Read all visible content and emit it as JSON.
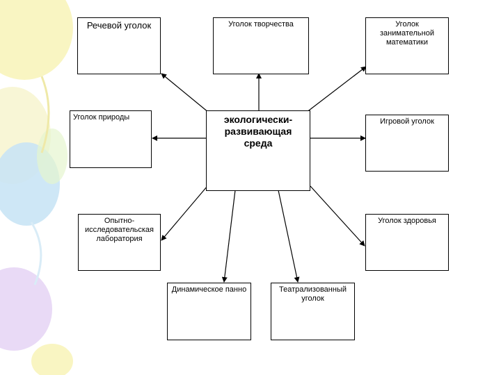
{
  "diagram": {
    "center": "экологически-развивающая среда",
    "nodes": {
      "speech": "Речевой уголок",
      "creativity": "Уголок творчества",
      "math": "Уголок занимательной математики",
      "nature": "Уголок природы",
      "play": "Игровой  уголок",
      "lab": "Опытно-исследовательская лаборатория",
      "health": "Уголок здоровья",
      "dynamic": "Динамическое панно",
      "theater": "Театрализованный уголок"
    }
  },
  "colors": {
    "balloon_yellow": "#f7f3b3",
    "balloon_blue": "#c9e4f5",
    "balloon_purple": "#e7d6f5",
    "balloon_green": "#e6f5cf",
    "line": "#000000"
  }
}
